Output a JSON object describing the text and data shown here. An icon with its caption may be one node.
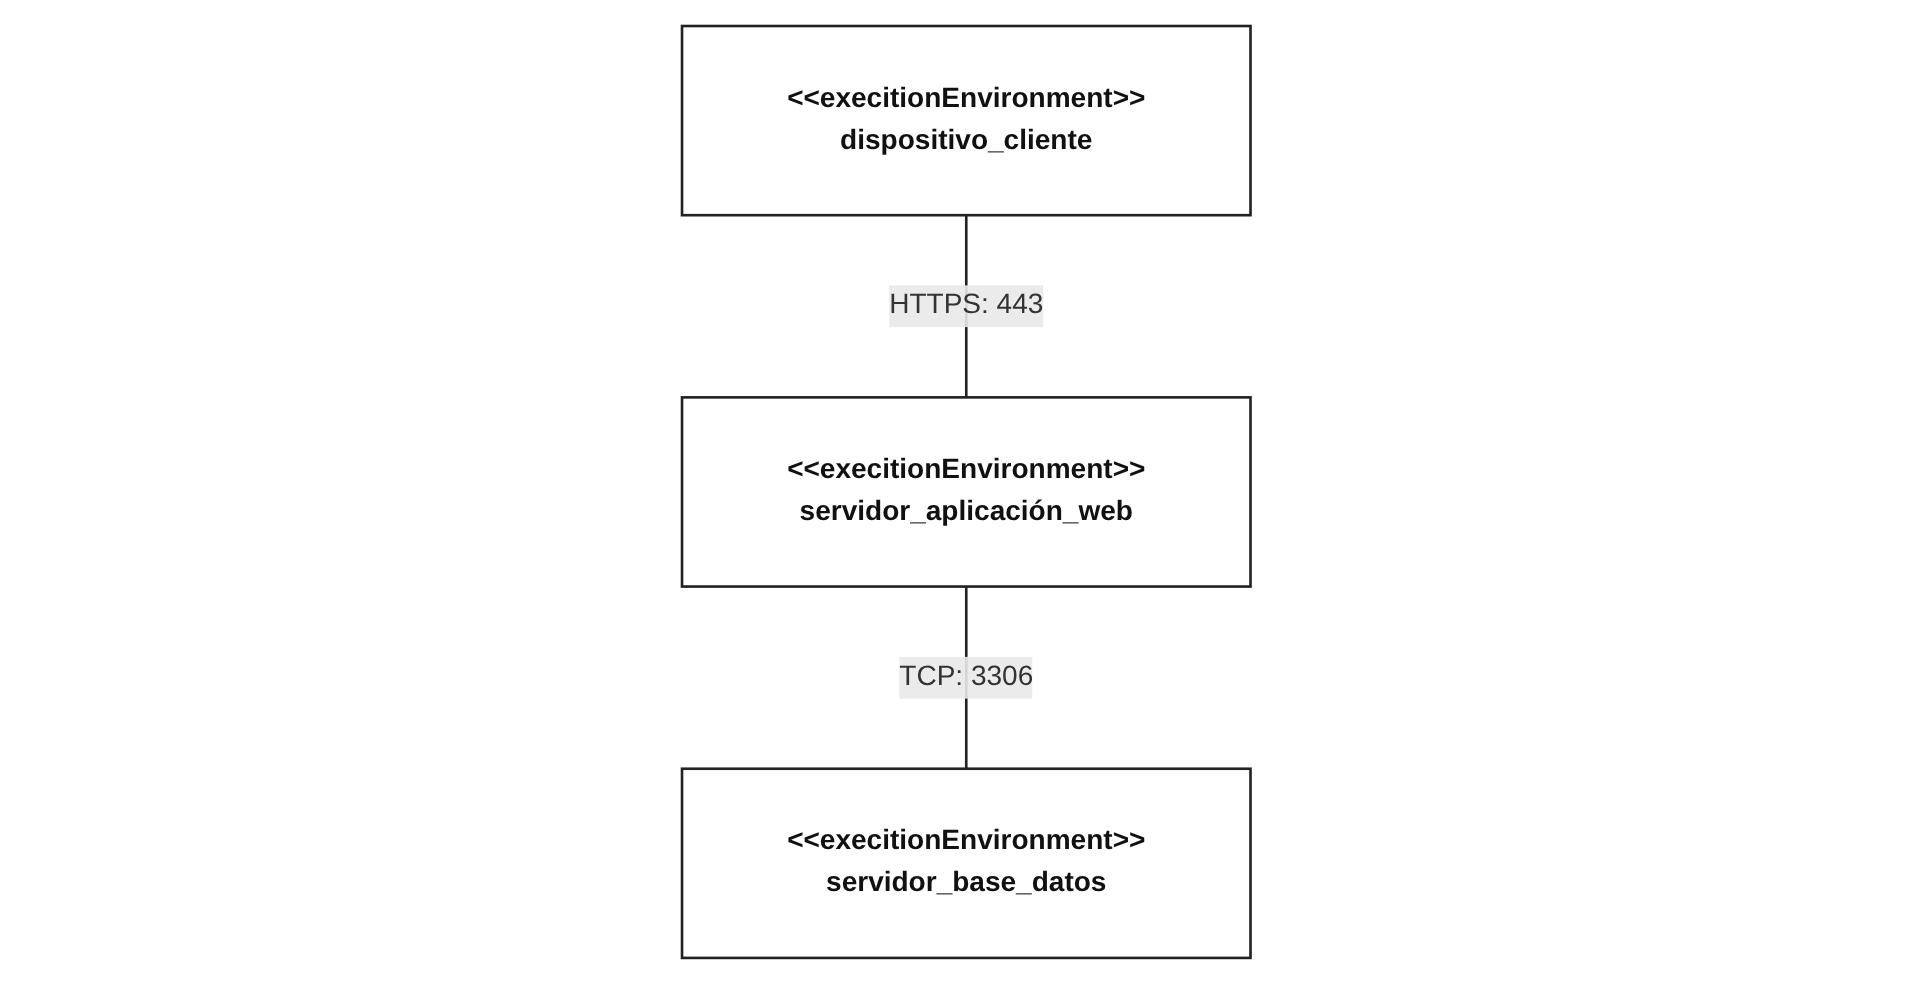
{
  "diagram": {
    "nodes": [
      {
        "text": [
          "<<execitionEnvironment>>",
          "dispositivo_cliente"
        ]
      },
      {
        "text": [
          "<<execitionEnvironment>>",
          "servidor_aplicación_web"
        ]
      },
      {
        "text": [
          "<<execitionEnvironment>>",
          "servidor_base_datos"
        ]
      }
    ],
    "edges": [
      {
        "from": 0,
        "to": 1,
        "arrow": "none",
        "label": "HTTPS: 443"
      },
      {
        "from": 1,
        "to": 2,
        "arrow": "none",
        "label": "TCP: 3306"
      }
    ]
  }
}
